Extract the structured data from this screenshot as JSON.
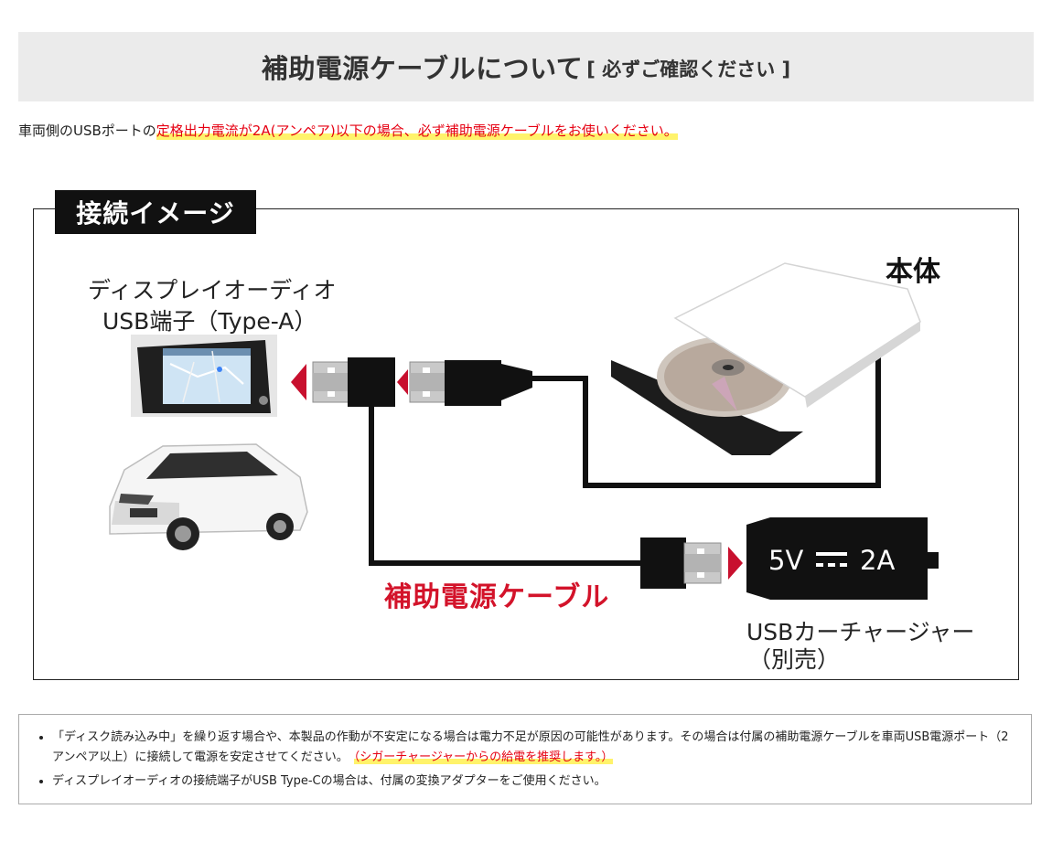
{
  "title": {
    "main": "補助電源ケーブルについて",
    "sub": "[ 必ずご確認ください ]"
  },
  "intro": {
    "prefix": "車両側のUSBポートの",
    "warning": "定格出力電流が2A(アンペア)以下の場合、必ず補助電源ケーブルをお使いください。"
  },
  "diagram": {
    "label": "接続イメージ",
    "display_label_line1": "ディスプレイオーディオ",
    "display_label_line2": "USB端子（Type-A）",
    "body_label": "本体",
    "cable_label": "補助電源ケーブル",
    "charger_label_line1": "USBカーチャージャー",
    "charger_label_line2": "（別売）",
    "charger_voltage": "5V",
    "charger_current": "2A",
    "colors": {
      "cable_label": "#d3132a",
      "arrow": "#c8102e",
      "cable": "#111111"
    }
  },
  "notes": {
    "item1_text": "「ディスク読み込み中」を繰り返す場合や、本製品の作動が不安定になる場合は電力不足が原因の可能性があります。その場合は付属の補助電源ケーブルを車両USB電源ポート（2アンペア以上）に接続して電源を安定させてください。",
    "item1_highlight": "（シガーチャージャーからの給電を推奨します。）",
    "item2_text": "ディスプレイオーディオの接続端子がUSB Type-Cの場合は、付属の変換アダプターをご使用ください。"
  }
}
